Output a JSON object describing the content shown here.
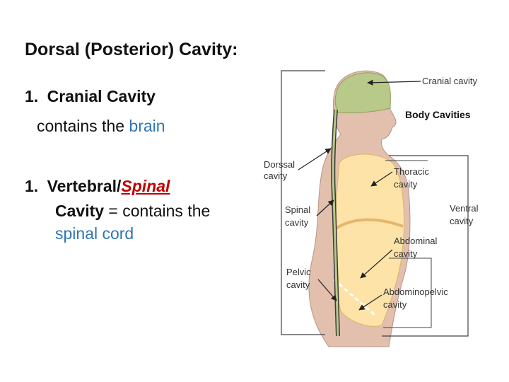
{
  "slide": {
    "title": "Dorsal (Posterior) Cavity:",
    "items": [
      {
        "number": "1.",
        "heading": "Cranial Cavity",
        "text_prefix": "contains the ",
        "highlight": "brain"
      },
      {
        "number": "1.",
        "heading_a": "Vertebral/",
        "heading_b": "Spinal",
        "heading_c": "Cavity",
        "connector": " = contains the",
        "highlight": "spinal cord"
      }
    ]
  },
  "diagram": {
    "title": "Body Cavities",
    "labels": {
      "cranial": "Cranial cavity",
      "dorsal_1": "Dorssal",
      "dorsal_2": "cavity",
      "thoracic_1": "Thoracic",
      "thoracic_2": "cavity",
      "spinal_1": "Spinal",
      "spinal_2": "cavity",
      "ventral_1": "Ventral",
      "ventral_2": "cavity",
      "abdominal_1": "Abdominal",
      "abdominal_2": "cavity",
      "pelvic_1": "Pelvic",
      "pelvic_2": "cavity",
      "abdominopelvic_1": "Abdominopelvic",
      "abdominopelvic_2": "cavity"
    },
    "colors": {
      "cranial_fill": "#b9c98a",
      "body_fill": "#e3bfae",
      "cavity_fill": "#fde3a8",
      "diaphragm": "#e7b56a",
      "outline": "#3a3a3a"
    }
  }
}
